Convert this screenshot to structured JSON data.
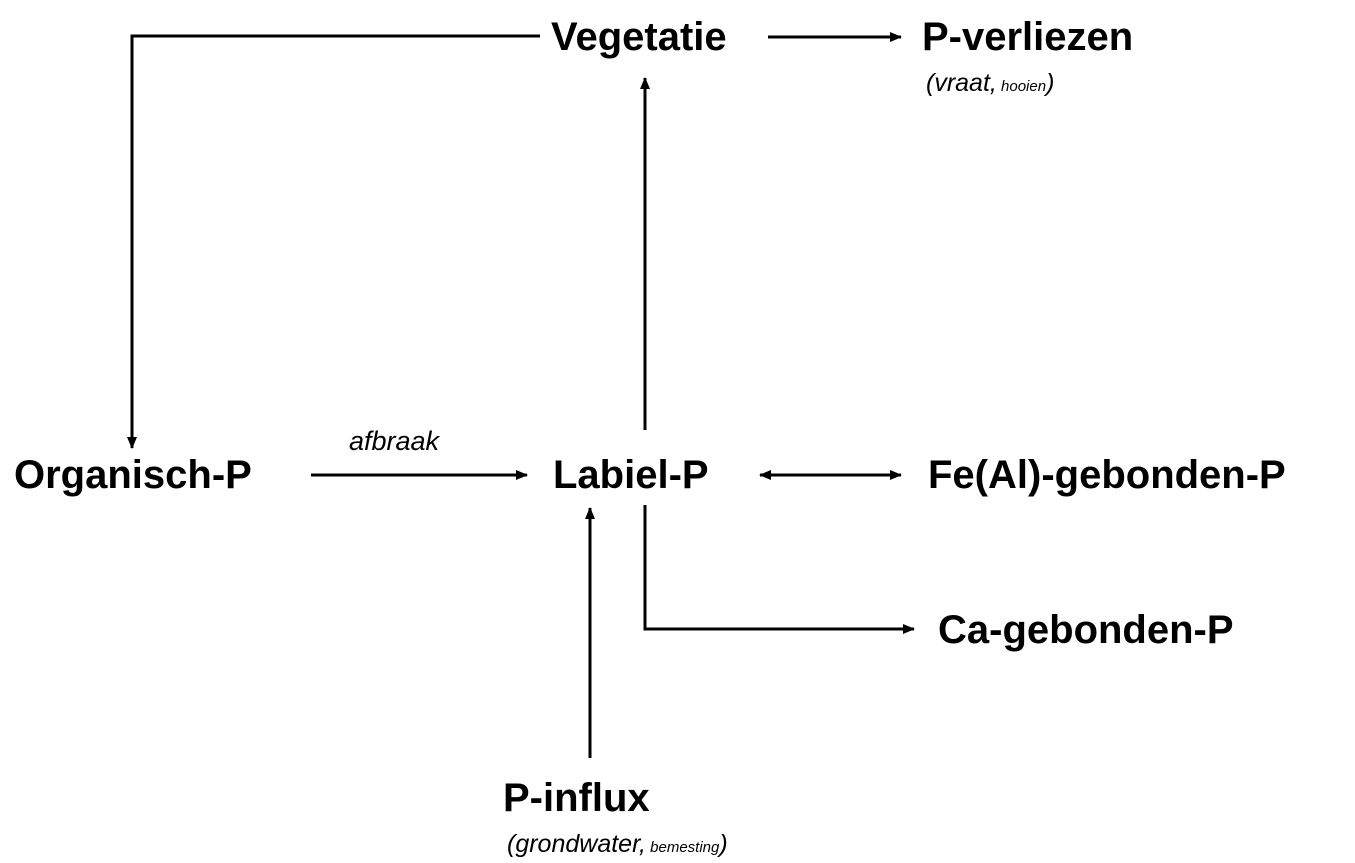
{
  "nodes": {
    "vegetatie": "Vegetatie",
    "p_verliezen": "P-verliezen",
    "organisch_p": "Organisch-P",
    "labiel_p": "Labiel-P",
    "fe_al_gebonden_p": "Fe(Al)-gebonden-P",
    "ca_gebonden_p": "Ca-gebonden-P",
    "p_influx": "P-influx"
  },
  "notes": {
    "p_verliezen": {
      "open": "(",
      "main": "vraat,",
      "small": " hooien",
      "close": ")"
    },
    "p_influx": {
      "open": "(",
      "main": "grondwater,",
      "small": " bemesting",
      "close": ")"
    }
  },
  "edge_labels": {
    "afbraak": "afbraak"
  },
  "colors": {
    "ink": "#000000",
    "background": "#ffffff"
  }
}
